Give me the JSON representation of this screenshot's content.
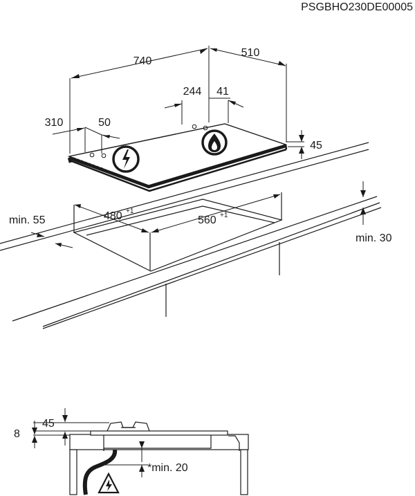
{
  "document": {
    "code": "PSGBHO230DE00005"
  },
  "hob_dimensions": {
    "width": "740",
    "depth": "510",
    "burner_offset_x": "244",
    "burner_offset_y": "41",
    "control_offset_x": "310",
    "control_offset_y": "50",
    "height": "45"
  },
  "cutout": {
    "min_front": "min. 55",
    "width": "480",
    "width_tolerance": "+1",
    "length": "560",
    "length_tolerance": "+1",
    "min_back": "min. 30"
  },
  "section_view": {
    "height_top": "45",
    "thickness": "8",
    "min_clearance": "*min. 20"
  },
  "icons": [
    "electric-hazard-icon",
    "gas-flame-icon",
    "electric-warning-icon"
  ]
}
